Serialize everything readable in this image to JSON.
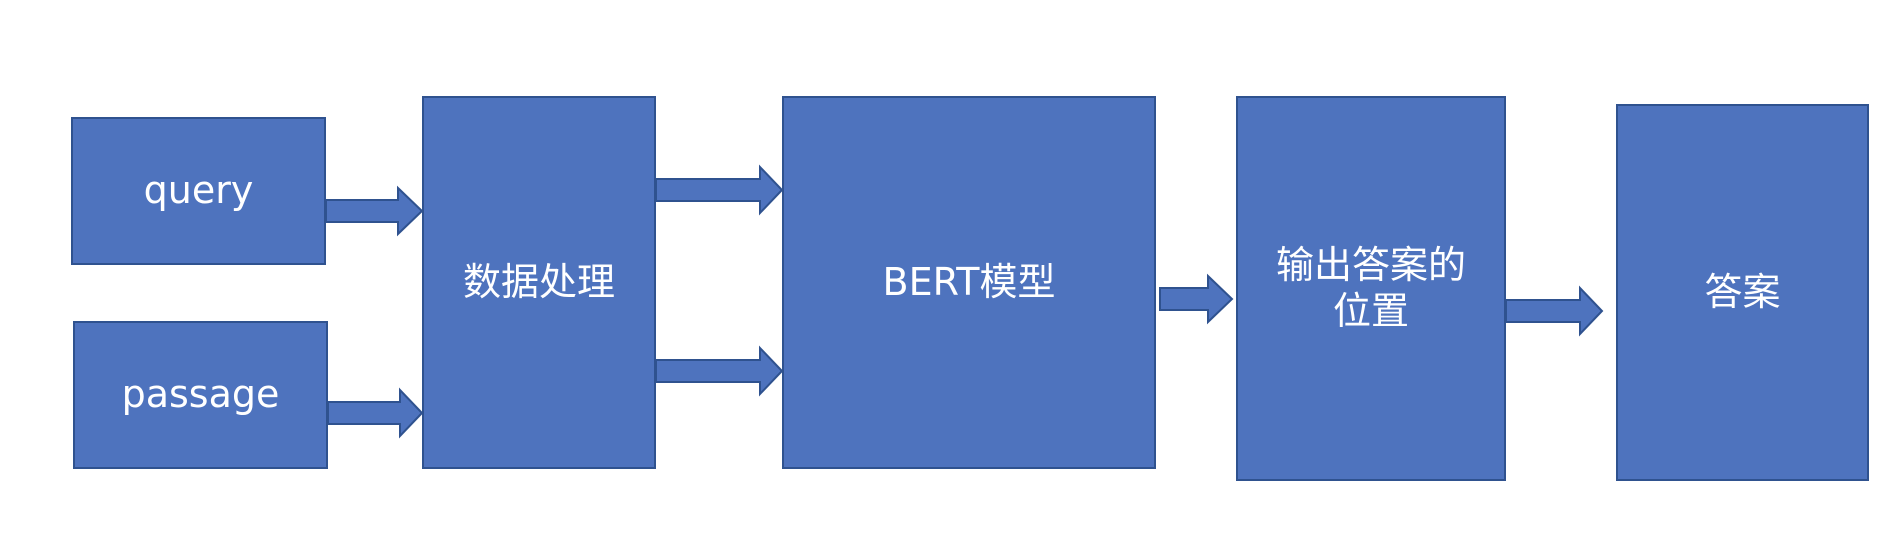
{
  "colors": {
    "box_fill": "#4e73be",
    "box_border": "#2f528f",
    "text": "#ffffff",
    "background": "#ffffff"
  },
  "nodes": {
    "query": "query",
    "passage": "passage",
    "data_processing": "数据处理",
    "bert_model": "BERT模型",
    "answer_position_line1": "输出答案的",
    "answer_position_line2": "位置",
    "answer": "答案"
  },
  "edges": [
    {
      "from": "query",
      "to": "数据处理"
    },
    {
      "from": "passage",
      "to": "数据处理"
    },
    {
      "from": "数据处理",
      "to": "BERT模型"
    },
    {
      "from": "数据处理",
      "to": "BERT模型"
    },
    {
      "from": "BERT模型",
      "to": "输出答案的位置"
    },
    {
      "from": "输出答案的位置",
      "to": "答案"
    }
  ]
}
